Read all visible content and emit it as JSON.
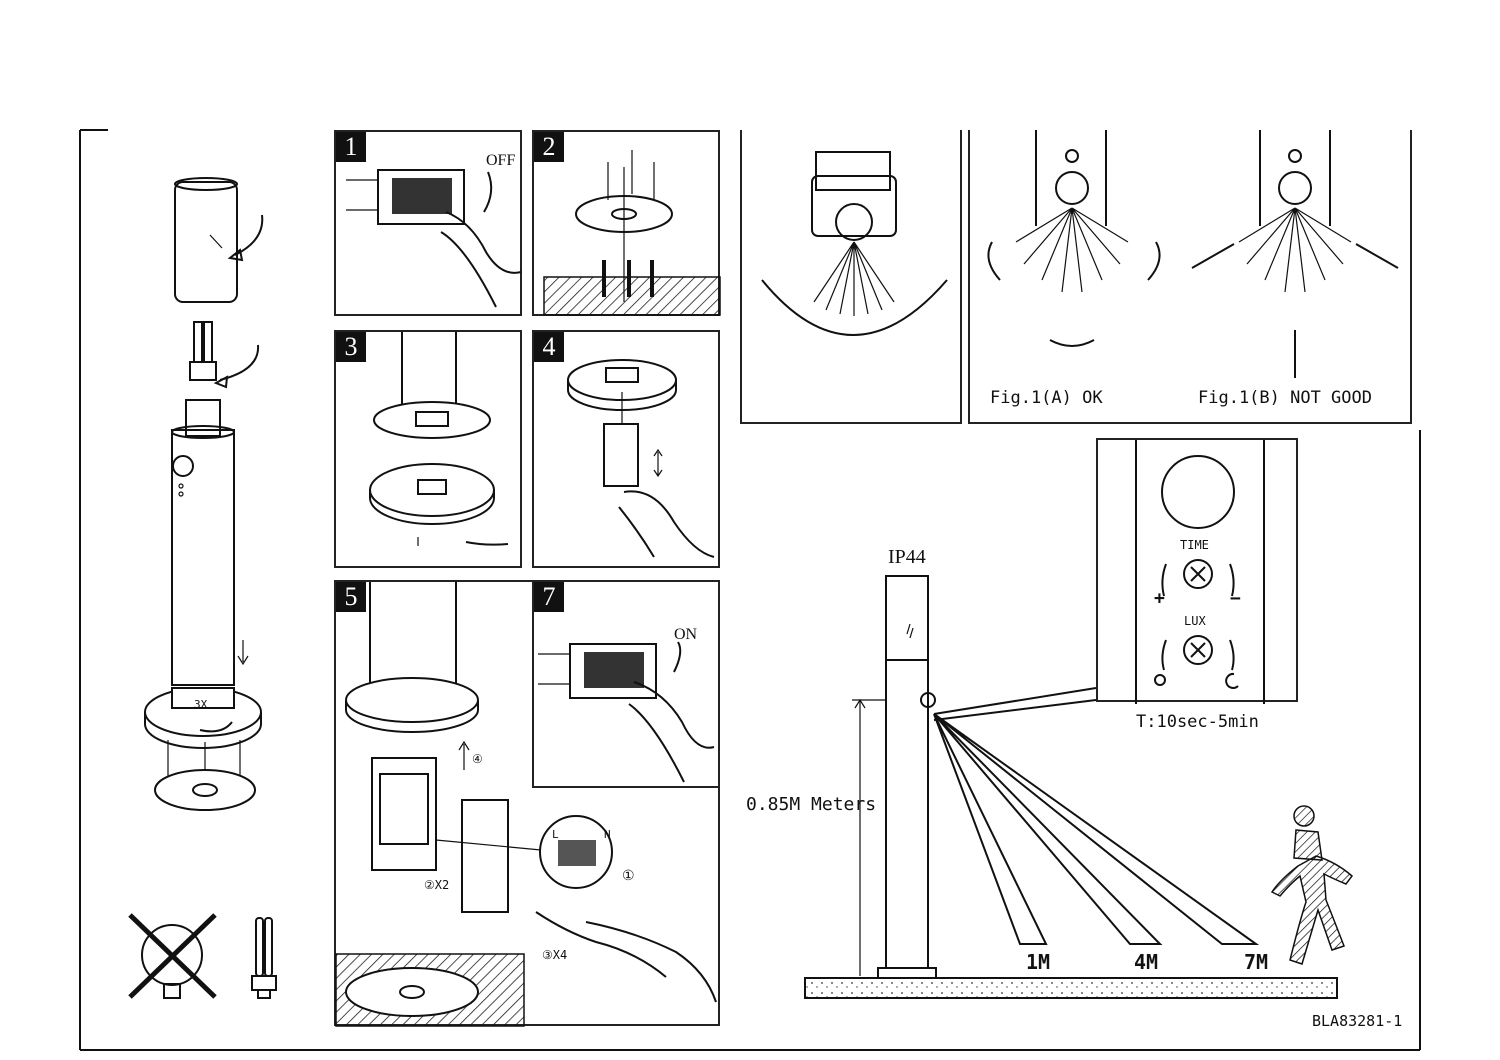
{
  "steps": {
    "s1": {
      "num": "1",
      "switch_label": "OFF"
    },
    "s2": {
      "num": "2"
    },
    "s3": {
      "num": "3"
    },
    "s4": {
      "num": "4"
    },
    "s5": {
      "num": "5",
      "count_2": "②X2",
      "count_3": "③X4",
      "mark_1": "①",
      "mark_4": "④",
      "mark_L": "L",
      "mark_N": "N"
    },
    "s7": {
      "num": "7",
      "switch_label": "ON"
    }
  },
  "left_panel": {
    "screw_count": "3X"
  },
  "sensor": {
    "fig_a": "Fig.1(A)  OK",
    "fig_b": "Fig.1(B)  NOT GOOD",
    "ip_rating": "IP44",
    "time_label": "TIME",
    "lux_label": "LUX",
    "plus": "+",
    "minus": "−",
    "time_range": "T:10sec-5min",
    "height": "0.85M Meters",
    "dist_1": "1M",
    "dist_4": "4M",
    "dist_7": "7M"
  },
  "doc_code": "BLA83281-1"
}
